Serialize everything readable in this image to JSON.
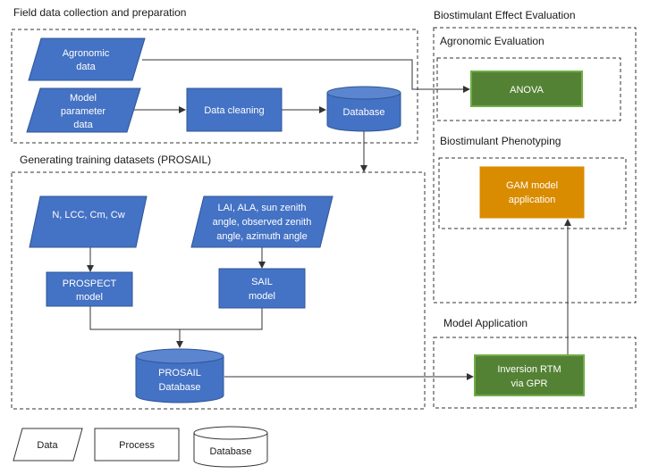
{
  "colors": {
    "blue": "#4472c4",
    "blue_stroke": "#2f5597",
    "green": "#548235",
    "green_stroke": "#70ad47",
    "orange": "#d98c00",
    "line": "#333333"
  },
  "sections": {
    "field": "Field data collection and preparation",
    "training": "Generating training datasets (PROSAIL)",
    "biostim": "Biostimulant Effect Evaluation",
    "agronomic": "Agronomic Evaluation",
    "phenotyping": "Biostimulant Phenotyping",
    "model_app": "Model Application"
  },
  "nodes": {
    "agronomic_data": [
      "Agronomic",
      "data"
    ],
    "model_param": [
      "Model",
      "parameter",
      "data"
    ],
    "data_cleaning": [
      "Data cleaning"
    ],
    "database": [
      "Database"
    ],
    "anova": [
      "ANOVA"
    ],
    "leaf_params": [
      "N, LCC, Cm, Cw"
    ],
    "canopy_params": [
      "LAI, ALA, sun zenith",
      "angle, observed zenith",
      "angle, azimuth angle"
    ],
    "prospect": [
      "PROSPECT",
      "model"
    ],
    "sail": [
      "SAIL",
      "model"
    ],
    "prosail_db": [
      "PROSAIL",
      "Database"
    ],
    "gam": [
      "GAM model",
      "application"
    ],
    "inversion": [
      "Inversion RTM",
      "via GPR"
    ]
  },
  "legend": {
    "data": "Data",
    "process": "Process",
    "database": "Database"
  }
}
